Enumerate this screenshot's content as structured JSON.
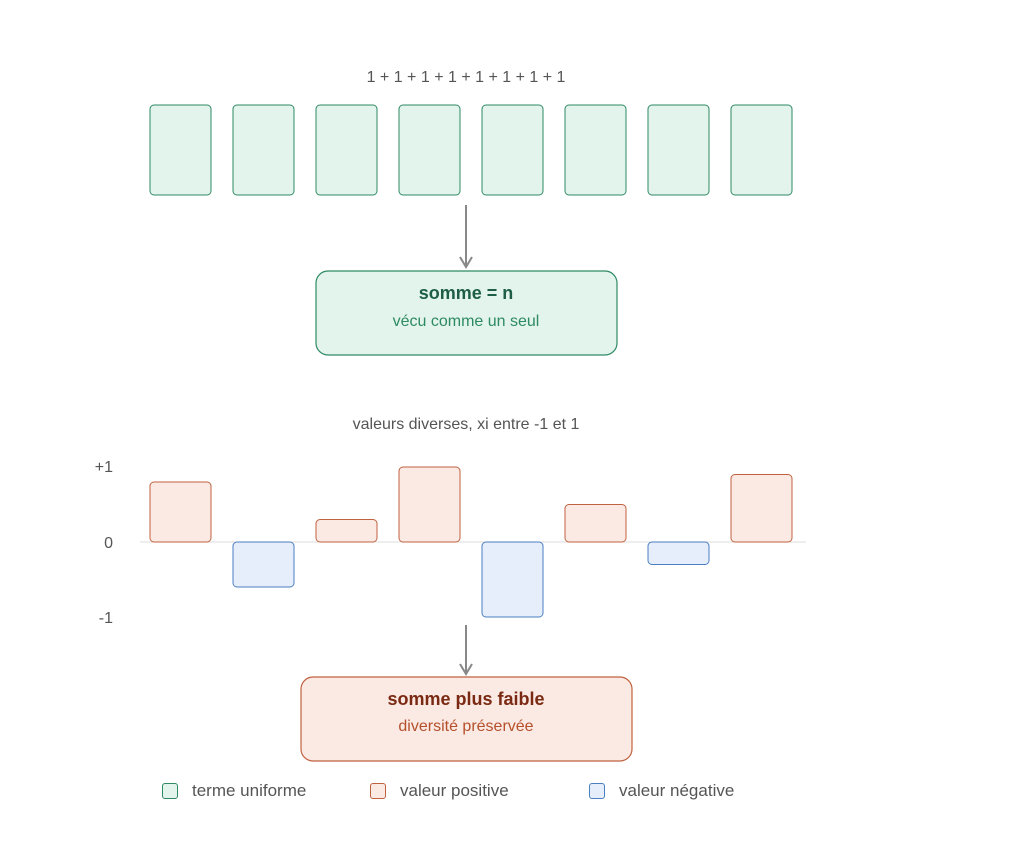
{
  "colors": {
    "uniform_fill": "#e2f4ec",
    "uniform_stroke": "#2e8a63",
    "positive_fill": "#fbe9e4",
    "positive_stroke": "#c0623f",
    "negative_fill": "#e5eefa",
    "negative_stroke": "#4a7fc0",
    "arrow": "#888888",
    "baseline": "#dddddd"
  },
  "top": {
    "formula": "1 + 1 + 1 + 1 + 1 + 1 + 1 + 1",
    "terms": [
      1,
      1,
      1,
      1,
      1,
      1,
      1,
      1
    ],
    "sum_title": "somme = n",
    "sum_subtitle": "vécu comme un seul"
  },
  "bottom": {
    "caption": "valeurs diverses, xi entre -1 et 1",
    "axis_labels": {
      "top": "+1",
      "mid": "0",
      "bottom": "-1"
    },
    "values": [
      0.8,
      -0.6,
      0.3,
      1.0,
      -1.0,
      0.5,
      -0.3,
      0.9
    ],
    "sum_title": "somme plus faible",
    "sum_subtitle": "diversité préservée"
  },
  "legend": {
    "uniform": "terme uniforme",
    "positive": "valeur positive",
    "negative": "valeur négative"
  }
}
